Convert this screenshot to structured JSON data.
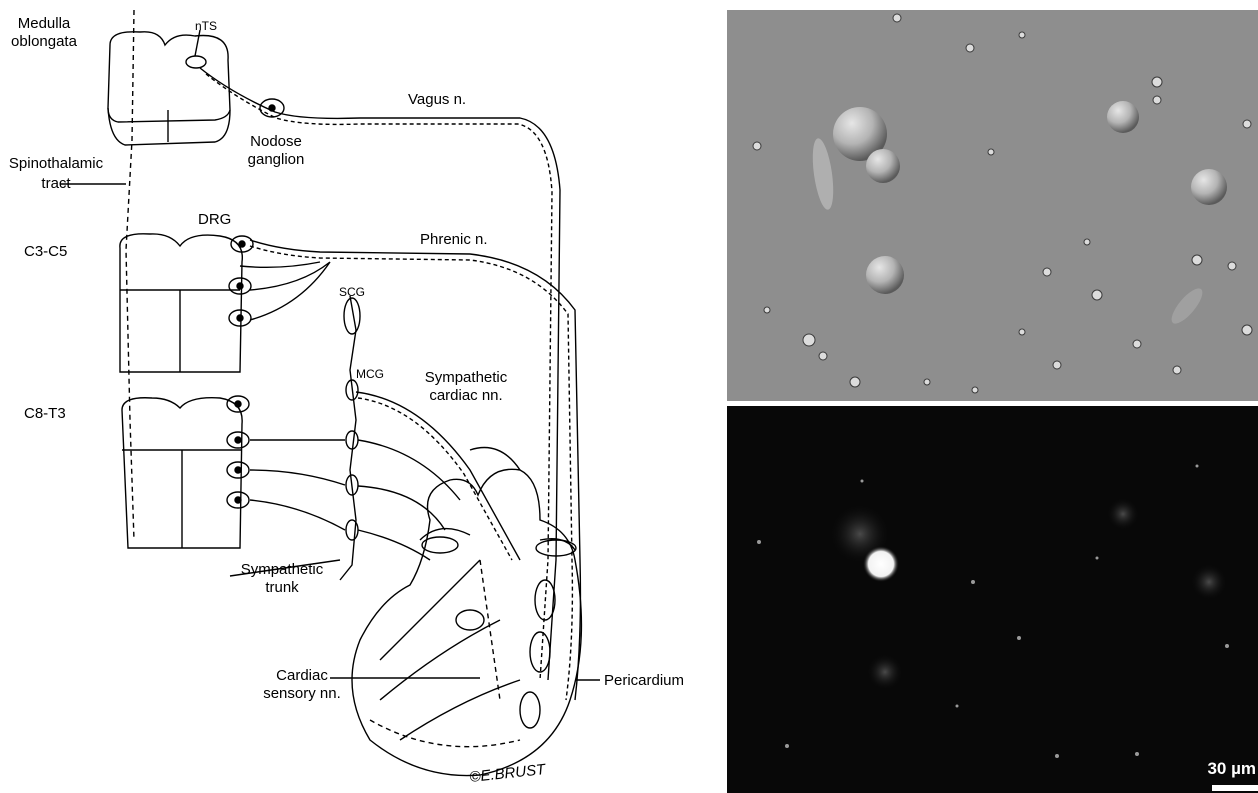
{
  "diagram": {
    "labels": {
      "medulla": [
        "Medulla",
        "oblongata"
      ],
      "nts": "nTS",
      "vagus": "Vagus n.",
      "nodose": [
        "Nodose",
        "ganglion"
      ],
      "spinothalamic": [
        "Spinothalamic",
        "tract"
      ],
      "drg": "DRG",
      "c3c5": "C3-C5",
      "phrenic": "Phrenic n.",
      "scg": "SCG",
      "mcg": "MCG",
      "sympathetic_cardiac": [
        "Sympathetic",
        "cardiac nn."
      ],
      "c8t3": "C8-T3",
      "sympathetic_trunk": [
        "Sympathetic",
        "trunk"
      ],
      "cardiac_sensory": [
        "Cardiac",
        "sensory nn."
      ],
      "pericardium": "Pericardium"
    },
    "signature": "©E.BRUST"
  },
  "micrograph": {
    "scale_label": "30 µm"
  }
}
